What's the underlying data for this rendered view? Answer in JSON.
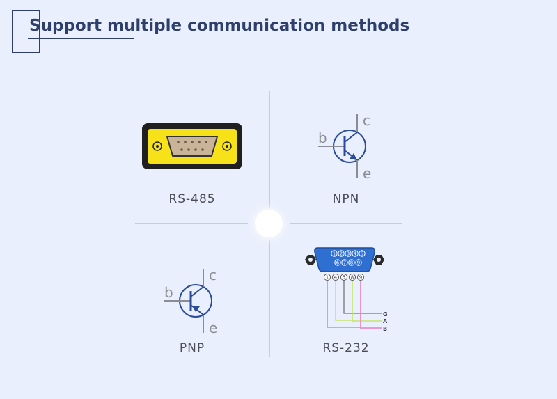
{
  "header": {
    "title": "Support multiple communication methods"
  },
  "quadrants": [
    {
      "id": "rs485",
      "label": "RS-485"
    },
    {
      "id": "npn",
      "label": "NPN",
      "terminals": {
        "base": "b",
        "collector": "c",
        "emitter": "e"
      }
    },
    {
      "id": "pnp",
      "label": "PNP",
      "terminals": {
        "base": "b",
        "collector": "c",
        "emitter": "e"
      }
    },
    {
      "id": "rs232",
      "label": "RS-232",
      "pins_top": [
        "1",
        "2",
        "3",
        "4",
        "5"
      ],
      "pins_bottom": [
        "6",
        "7",
        "8",
        "9"
      ],
      "pin_row": [
        "1",
        "4",
        "5",
        "8",
        "9"
      ],
      "wires": [
        "G",
        "A",
        "B"
      ]
    }
  ],
  "colors": {
    "background": "#e9effc",
    "title": "#2e3f6b",
    "transistor": "#2b4b9c",
    "connector_yellow": "#f7e21a",
    "connector_blue": "#2f6fd1",
    "wire_green": "#c4e66a",
    "wire_pink": "#e87fc4",
    "wire_gray": "#8c8c8c"
  }
}
